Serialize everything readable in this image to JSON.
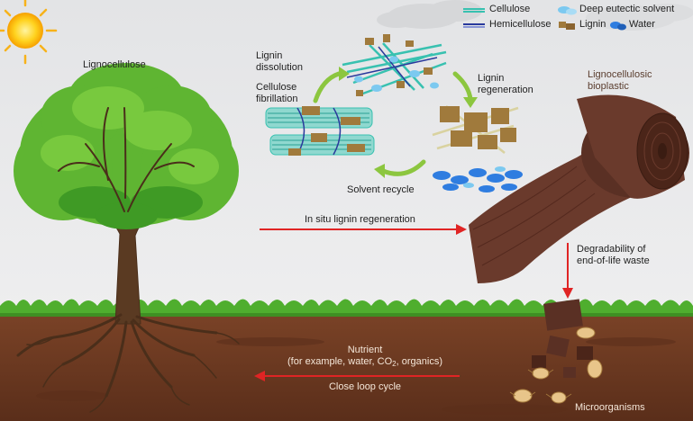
{
  "legend": {
    "cellulose": "Cellulose",
    "hemicellulose": "Hemicellulose",
    "des": "Deep eutectic solvent",
    "lignin": "Lignin",
    "water": "Water"
  },
  "labels": {
    "lignocellulose": "Lignocellulose",
    "lignin_dissolution_1": "Lignin",
    "lignin_dissolution_2": "dissolution",
    "cellulose_fibrillation_1": "Cellulose",
    "cellulose_fibrillation_2": "fibrillation",
    "lignin_regeneration_1": "Lignin",
    "lignin_regeneration_2": "regeneration",
    "solvent_recycle": "Solvent recycle",
    "bioplastic_1": "Lignocellulosic",
    "bioplastic_2": "bioplastic",
    "in_situ": "In situ lignin regeneration",
    "degradability_1": "Degradability of",
    "degradability_2": "end-of-life waste",
    "nutrient_1": "Nutrient",
    "nutrient_2a": "(for example, water, CO",
    "nutrient_2_sub": "2",
    "nutrient_2b": ", organics)",
    "close_loop": "Close loop cycle",
    "microorganisms": "Microorganisms"
  },
  "colors": {
    "sky": "#e9eaeb",
    "grass": "#4fae2e",
    "soil": "#6b3a22",
    "arrow_red": "#e02424",
    "cycle_green": "#8cc63f",
    "bioplastic": "#6a3a2c",
    "cellulose": "#38c1b0",
    "hemicellulose": "#2a3a9c",
    "lignin": "#a07a3c",
    "water": "#2f7de0"
  }
}
